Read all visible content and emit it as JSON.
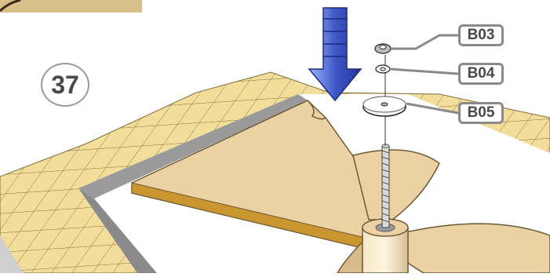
{
  "step": {
    "number": "37"
  },
  "parts": [
    {
      "id": "B03",
      "label": "B03",
      "kind": "nut"
    },
    {
      "id": "B04",
      "label": "B04",
      "kind": "washer"
    },
    {
      "id": "B05",
      "label": "B05",
      "kind": "large-washer"
    }
  ],
  "colors": {
    "tile": "#f2de9a",
    "tile_line": "#7d6e3c",
    "board": "#ecd1a5",
    "board_edge": "#c9962f",
    "arrow": "#3f59c8",
    "label_border": "#8a8a8a",
    "metal": "#bdbdbd"
  }
}
